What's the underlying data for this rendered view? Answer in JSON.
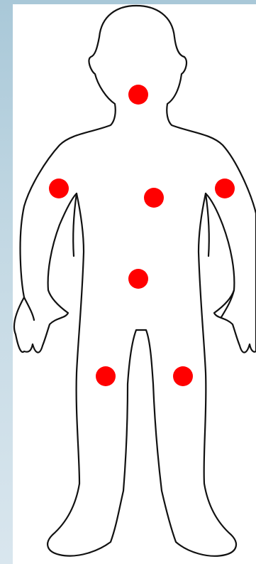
{
  "figure": {
    "outline_color": "#111111",
    "background_color": "#ffffff",
    "marker_color": "#ff0000",
    "icon": "human-body-outline-icon"
  },
  "markers": [
    {
      "name": "neck-marker"
    },
    {
      "name": "right-shoulder-marker"
    },
    {
      "name": "chest-marker"
    },
    {
      "name": "left-shoulder-marker"
    },
    {
      "name": "abdomen-marker"
    },
    {
      "name": "right-knee-marker"
    },
    {
      "name": "left-knee-marker"
    }
  ]
}
